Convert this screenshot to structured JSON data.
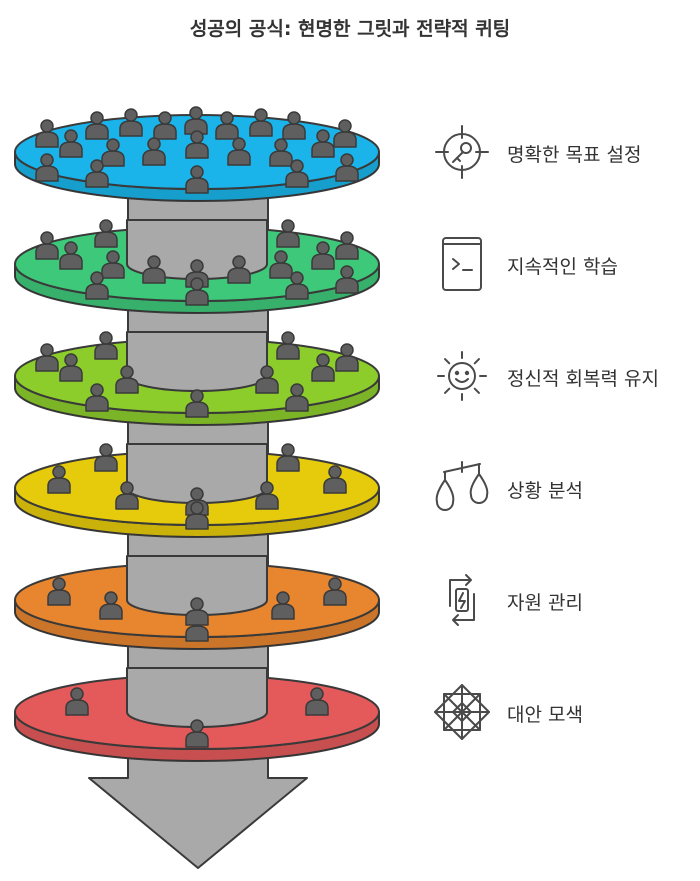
{
  "title": "성공의 공식: 현명한 그릿과 전략적 퀴팅",
  "colors": {
    "outline": "#3a3a3a",
    "pillar": "#a9a9a9",
    "person": "#5f5f5f",
    "arrow": "#999999"
  },
  "levels": [
    {
      "label": "명확한 목표 설정",
      "icon": "target-key-icon",
      "color": "#1ab4ea",
      "people": 21
    },
    {
      "label": "지속적인 학습",
      "icon": "terminal-book-icon",
      "color": "#3ec97a",
      "people": 15
    },
    {
      "label": "정신적 회복력 유지",
      "icon": "smiling-sun-icon",
      "color": "#8ccd2c",
      "people": 11
    },
    {
      "label": "상황 분석",
      "icon": "balance-scale-icon",
      "color": "#e6cb0c",
      "people": 8
    },
    {
      "label": "자원 관리",
      "icon": "recycle-battery-icon",
      "color": "#e88630",
      "people": 6
    },
    {
      "label": "대안 모색",
      "icon": "snowflake-icon",
      "color": "#e45a5a",
      "people": 3
    }
  ]
}
